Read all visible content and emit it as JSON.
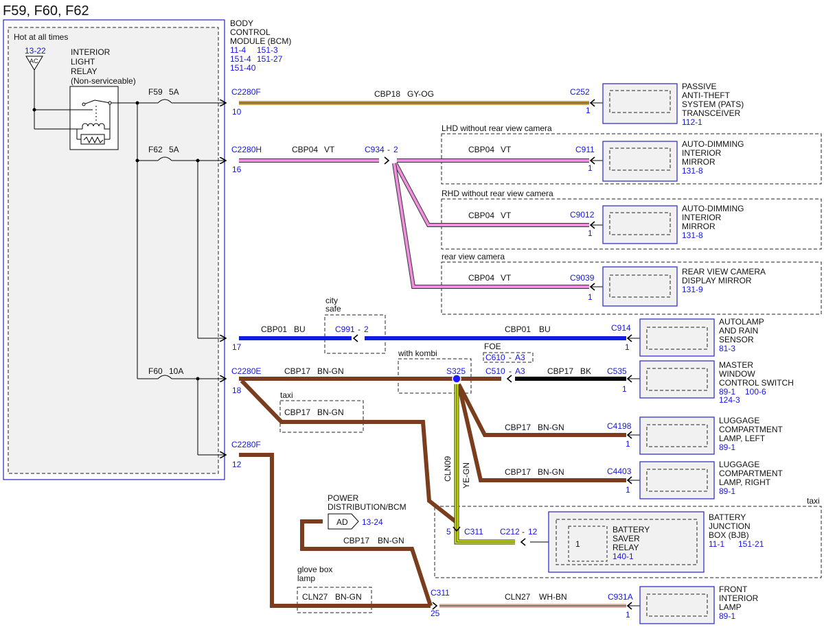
{
  "page_title": "F59, F60, F62",
  "colors": {
    "module_border": "#3333cc",
    "ref_text": "#1515e0",
    "wire_gy_og": "#c8a040",
    "wire_vt": "#f08ee0",
    "wire_bu": "#0a1ee6",
    "wire_bn_gn": "#7a3e1e",
    "wire_bk": "#000000",
    "wire_ye_gn": "#d8f000",
    "wire_wh_bn": "#d9b6a8"
  },
  "bcm_box": {
    "hot_label": "Hot at all times",
    "ref": "13-22",
    "ac_symbol": "AC",
    "relay_lines": [
      "INTERIOR",
      "LIGHT",
      "RELAY",
      "(Non-serviceable)"
    ],
    "fuses": [
      {
        "name": "F59",
        "rating": "5A"
      },
      {
        "name": "F62",
        "rating": "5A"
      },
      {
        "name": "F60",
        "rating": "10A"
      }
    ]
  },
  "bcm_title": {
    "lines": [
      "BODY",
      "CONTROL",
      "MODULE (BCM)"
    ],
    "refs": [
      "11-4",
      "151-3",
      "151-4",
      "151-27",
      "151-40"
    ]
  },
  "wires": {
    "w1": {
      "circuit": "CBP18",
      "color": "GY-OG"
    },
    "w2": {
      "circuit": "CBP04",
      "color": "VT"
    },
    "w2a": {
      "circuit": "CBP04",
      "color": "VT"
    },
    "w2b": {
      "circuit": "CBP04",
      "color": "VT"
    },
    "w2c": {
      "circuit": "CBP04",
      "color": "VT"
    },
    "w3a": {
      "circuit": "CBP01",
      "color": "BU"
    },
    "w3b": {
      "circuit": "CBP01",
      "color": "BU"
    },
    "w4a": {
      "circuit": "CBP17",
      "color": "BN-GN"
    },
    "w4taxi": {
      "circuit": "CBP17",
      "color": "BN-GN"
    },
    "w4b": {
      "circuit": "CBP17",
      "color": "BK"
    },
    "w4c": {
      "circuit": "CBP17",
      "color": "BN-GN"
    },
    "w4d": {
      "circuit": "CBP17",
      "color": "BN-GN"
    },
    "w5": {
      "circuit": "CLN09",
      "color": "YE-GN"
    },
    "w6": {
      "circuit": "CBP17",
      "color": "BN-GN"
    },
    "w6glove": {
      "circuit": "CLN27",
      "color": "BN-GN"
    },
    "w7": {
      "circuit": "CLN27",
      "color": "WH-BN"
    }
  },
  "connectors": {
    "c2280f_top": {
      "name": "C2280F",
      "pin": "10"
    },
    "c2280h": {
      "name": "C2280H",
      "pin": "16"
    },
    "bu_pin": "17",
    "c2280e": {
      "name": "C2280E",
      "pin": "18"
    },
    "c2280f_bot": {
      "name": "C2280F",
      "pin": "12"
    },
    "c252": {
      "name": "C252",
      "pin": "1"
    },
    "c934": {
      "name": "C934",
      "pin": "2"
    },
    "c911": {
      "name": "C911",
      "pin": "1"
    },
    "c9012": {
      "name": "C9012",
      "pin": "1"
    },
    "c9039": {
      "name": "C9039",
      "pin": "1"
    },
    "c991": {
      "name": "C991",
      "pin": "2"
    },
    "c914": {
      "name": "C914",
      "pin": "1"
    },
    "c610": {
      "name": "C610",
      "pin": "A3"
    },
    "c510": {
      "name": "C510",
      "pin": "A3"
    },
    "c535": {
      "name": "C535",
      "pin": "1"
    },
    "s325": "S325",
    "c4198": {
      "name": "C4198",
      "pin": "1"
    },
    "c4403": {
      "name": "C4403",
      "pin": "1"
    },
    "c311_top": {
      "name": "C311",
      "pin": "5"
    },
    "c212": {
      "name": "C212",
      "pin": "12"
    },
    "c311_bot": {
      "name": "C311",
      "pin": "25"
    },
    "c931a": {
      "name": "C931A",
      "pin": "1"
    }
  },
  "options": {
    "lhd": "LHD without rear view camera",
    "rhd": "RHD without rear view camera",
    "rvc": "rear view camera",
    "city_safe": [
      "city",
      "safe"
    ],
    "foe": "FOE",
    "with_kombi": "with kombi",
    "taxi1": "taxi",
    "taxi2": "taxi",
    "glove": [
      "glove box",
      "lamp"
    ]
  },
  "components": {
    "pats": {
      "lines": [
        "PASSIVE",
        "ANTI-THEFT",
        "SYSTEM (PATS)",
        "TRANSCEIVER"
      ],
      "refs": "112-1"
    },
    "mirror_lhd": {
      "lines": [
        "AUTO-DIMMING",
        "INTERIOR",
        "MIRROR"
      ],
      "refs": "131-8"
    },
    "mirror_rhd": {
      "lines": [
        "AUTO-DIMMING",
        "INTERIOR",
        "MIRROR"
      ],
      "refs": "131-8"
    },
    "rvc_mirror": {
      "lines": [
        "REAR VIEW CAMERA",
        "DISPLAY MIRROR"
      ],
      "refs": "131-9"
    },
    "autolamp": {
      "lines": [
        "AUTOLAMP",
        "AND RAIN",
        "SENSOR"
      ],
      "refs": "81-3"
    },
    "window_switch": {
      "lines": [
        "MASTER",
        "WINDOW",
        "CONTROL SWITCH"
      ],
      "refs": [
        "89-1",
        "100-6",
        "124-3"
      ]
    },
    "lug_left": {
      "lines": [
        "LUGGAGE",
        "COMPARTMENT",
        "LAMP, LEFT"
      ],
      "refs": "89-1"
    },
    "lug_right": {
      "lines": [
        "LUGGAGE",
        "COMPARTMENT",
        "LAMP, RIGHT"
      ],
      "refs": "89-1"
    },
    "bjb": {
      "lines": [
        "BATTERY",
        "JUNCTION",
        "BOX (BJB)"
      ],
      "refs": [
        "11-1",
        "151-21"
      ]
    },
    "saver_relay": {
      "lines": [
        "BATTERY",
        "SAVER",
        "RELAY"
      ],
      "refs": "140-1",
      "pin": "1"
    },
    "front_lamp": {
      "lines": [
        "FRONT",
        "INTERIOR",
        "LAMP"
      ],
      "refs": "89-1"
    },
    "power_dist": {
      "lines": [
        "POWER",
        "DISTRIBUTION/BCM"
      ],
      "refs": "13-24",
      "symbol": "AD"
    }
  }
}
